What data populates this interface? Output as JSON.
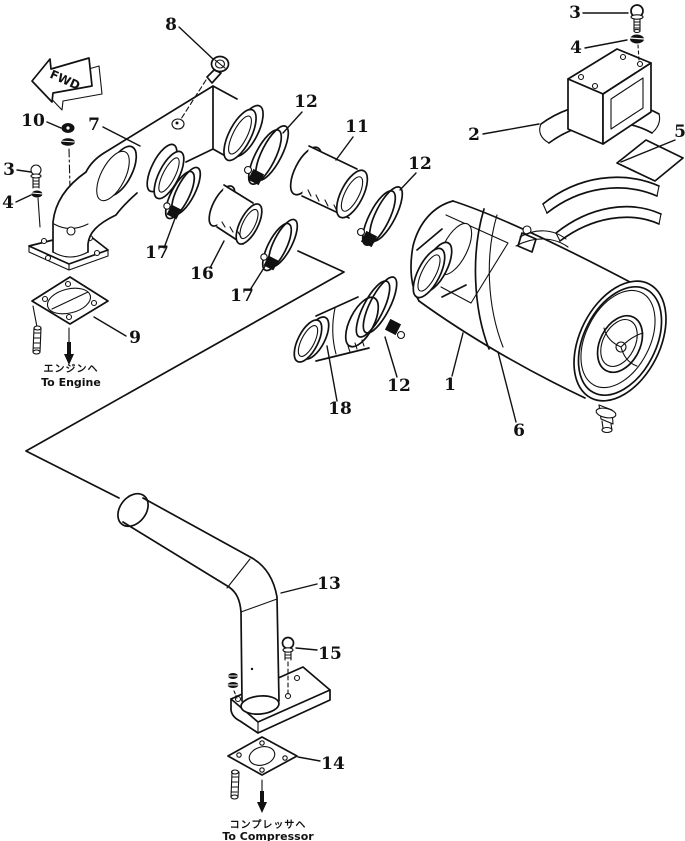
{
  "diagram": {
    "type": "exploded-parts-diagram",
    "orientation_flag": "FWD",
    "callouts": [
      {
        "num": "8"
      },
      {
        "num": "3"
      },
      {
        "num": "4"
      },
      {
        "num": "10"
      },
      {
        "num": "7"
      },
      {
        "num": "12"
      },
      {
        "num": "11"
      },
      {
        "num": "2"
      },
      {
        "num": "12"
      },
      {
        "num": "5"
      },
      {
        "num": "3"
      },
      {
        "num": "4"
      },
      {
        "num": "17"
      },
      {
        "num": "16"
      },
      {
        "num": "17"
      },
      {
        "num": "9"
      },
      {
        "num": "1"
      },
      {
        "num": "12"
      },
      {
        "num": "18"
      },
      {
        "num": "6"
      },
      {
        "num": "13"
      },
      {
        "num": "15"
      },
      {
        "num": "14"
      }
    ],
    "flow_labels": {
      "engine_jp": "エンジンヘ",
      "engine_en": "To Engine",
      "compressor_jp": "コンプレッサヘ",
      "compressor_en": "To Compressor"
    }
  },
  "colors": {
    "ink": "#111111",
    "paper": "#ffffff"
  }
}
